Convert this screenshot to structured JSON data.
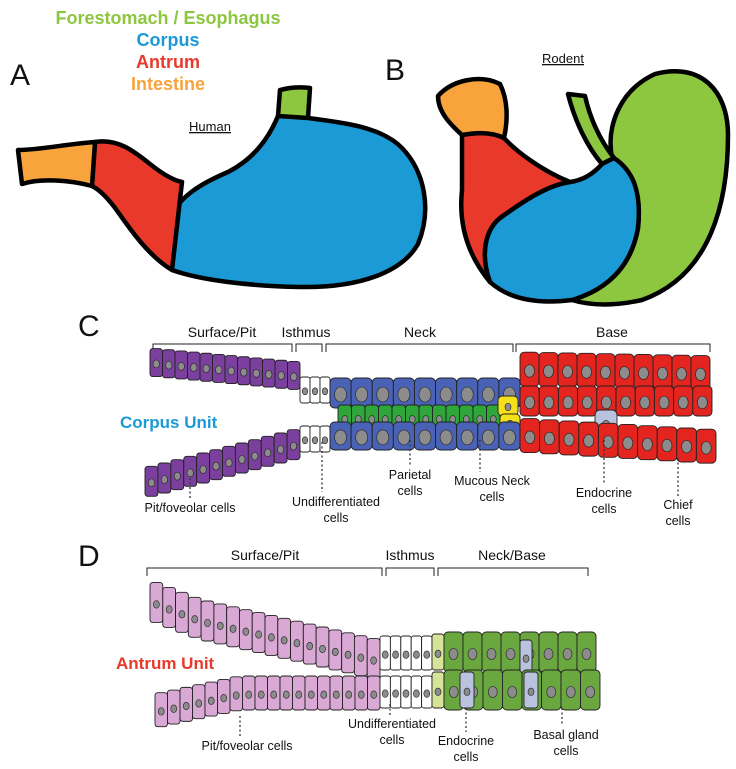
{
  "legend": {
    "forestomach": {
      "label": "Forestomach / Esophagus",
      "color": "#8dc63f"
    },
    "corpus": {
      "label": "Corpus",
      "color": "#1b9ad6"
    },
    "antrum": {
      "label": "Antrum",
      "color": "#e8392b"
    },
    "intestine": {
      "label": "Intestine",
      "color": "#f8a33b"
    }
  },
  "panel_a": {
    "letter": "A",
    "organism": "Human"
  },
  "panel_b": {
    "letter": "B",
    "organism": "Rodent"
  },
  "panel_c": {
    "letter": "C",
    "unit_label": "Corpus Unit",
    "regions": [
      "Surface/Pit",
      "Isthmus",
      "Neck",
      "Base"
    ],
    "cells": {
      "pit": "Pit/foveolar cells",
      "undiff_line1": "Undifferentiated",
      "undiff_line2": "cells",
      "parietal_line1": "Parietal",
      "parietal_line2": "cells",
      "mucous_line1": "Mucous Neck",
      "mucous_line2": "cells",
      "endocrine_line1": "Endocrine",
      "endocrine_line2": "cells",
      "chief_line1": "Chief",
      "chief_line2": "cells"
    },
    "colors": {
      "pit": "#7b3f9e",
      "isthmus": "#ffffff",
      "neck": "#4a62b5",
      "parietal": "#2fa63a",
      "mucous": "#f5e11b",
      "base": "#e3241f",
      "endocrine": "#b9c3e0"
    }
  },
  "panel_d": {
    "letter": "D",
    "unit_label": "Antrum Unit",
    "regions": [
      "Surface/Pit",
      "Isthmus",
      "Neck/Base"
    ],
    "cells": {
      "pit": "Pit/foveolar cells",
      "undiff_line1": "Undifferentiated",
      "undiff_line2": "cells",
      "endocrine_line1": "Endocrine",
      "endocrine_line2": "cells",
      "basal_line1": "Basal gland",
      "basal_line2": "cells"
    },
    "colors": {
      "pit": "#d9a8d5",
      "isthmus": "#ffffff",
      "base": "#6aa83f",
      "endocrine": "#bac3de",
      "transition": "#d8e39a"
    }
  }
}
